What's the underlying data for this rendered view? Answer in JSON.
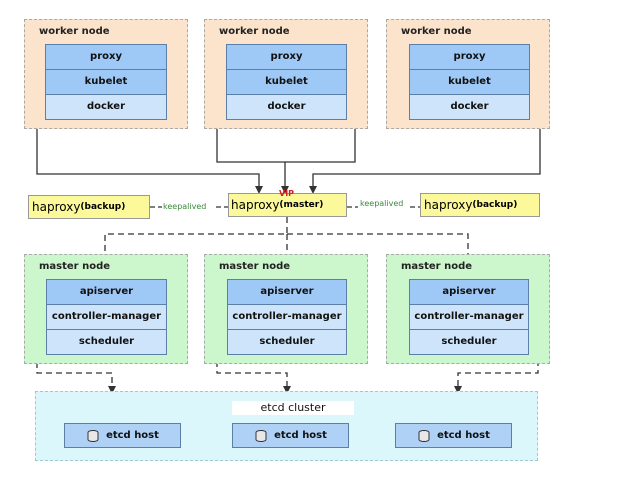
{
  "workers": [
    {
      "title": "worker node",
      "components": [
        "proxy",
        "kubelet",
        "docker"
      ]
    },
    {
      "title": "worker node",
      "components": [
        "proxy",
        "kubelet",
        "docker"
      ]
    },
    {
      "title": "worker node",
      "components": [
        "proxy",
        "kubelet",
        "docker"
      ]
    }
  ],
  "masters": [
    {
      "title": "master node",
      "components": [
        "apiserver",
        "controller-manager",
        "scheduler"
      ]
    },
    {
      "title": "master node",
      "components": [
        "apiserver",
        "controller-manager",
        "scheduler"
      ]
    },
    {
      "title": "master node",
      "components": [
        "apiserver",
        "controller-manager",
        "scheduler"
      ]
    }
  ],
  "haproxy": {
    "left": {
      "name": "haproxy",
      "role": "(backup)"
    },
    "center": {
      "name": "haproxy",
      "role": "(master)",
      "vip": "VIP"
    },
    "right": {
      "name": "haproxy",
      "role": "(backup)"
    },
    "keepalived_left": "keepalived",
    "keepalived_right": "keepalived"
  },
  "etcd": {
    "title": "etcd cluster",
    "hosts": [
      "etcd host",
      "etcd host",
      "etcd host"
    ],
    "host_icon": "database-cylinder-icon"
  },
  "colors": {
    "worker_bg": "#fce3cc",
    "master_bg": "#ccf7cc",
    "etcd_bg": "#dcf7fb",
    "component_dark": "#9ec8f5",
    "component_light": "#cde4fb",
    "haproxy_bg": "#fcf99a",
    "keepalived_text": "#3a8a3a",
    "vip_text": "#d02020"
  }
}
